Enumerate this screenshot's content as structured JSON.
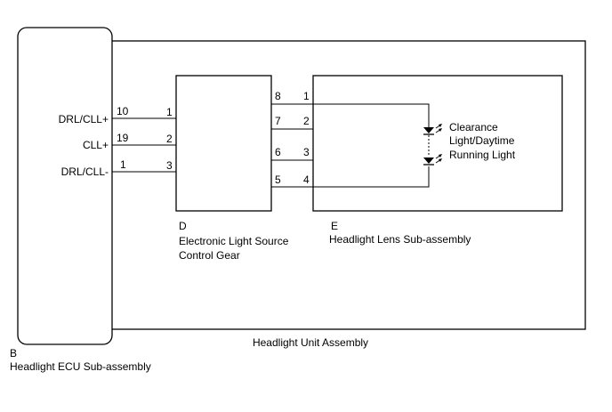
{
  "components": {
    "ecu": {
      "letter": "B",
      "name": "Headlight ECU Sub-assembly"
    },
    "unit": {
      "name": "Headlight Unit Assembly"
    },
    "gear": {
      "letter": "D",
      "name_line1": "Electronic Light Source",
      "name_line2": "Control Gear"
    },
    "lens": {
      "letter": "E",
      "name": "Headlight Lens Sub-assembly"
    },
    "lamp": {
      "line1": "Clearance",
      "line2": "Light/Daytime",
      "line3": "Running Light"
    }
  },
  "signals": [
    {
      "name": "DRL/CLL+",
      "ecu_pin": "10",
      "gear_pin": "1"
    },
    {
      "name": "CLL+",
      "ecu_pin": "19",
      "gear_pin": "2"
    },
    {
      "name": "DRL/CLL-",
      "ecu_pin": "1",
      "gear_pin": "3"
    }
  ],
  "gear_to_lens": [
    {
      "gear_pin": "8",
      "lens_pin": "1"
    },
    {
      "gear_pin": "7",
      "lens_pin": "2"
    },
    {
      "gear_pin": "6",
      "lens_pin": "3"
    },
    {
      "gear_pin": "5",
      "lens_pin": "4"
    }
  ]
}
